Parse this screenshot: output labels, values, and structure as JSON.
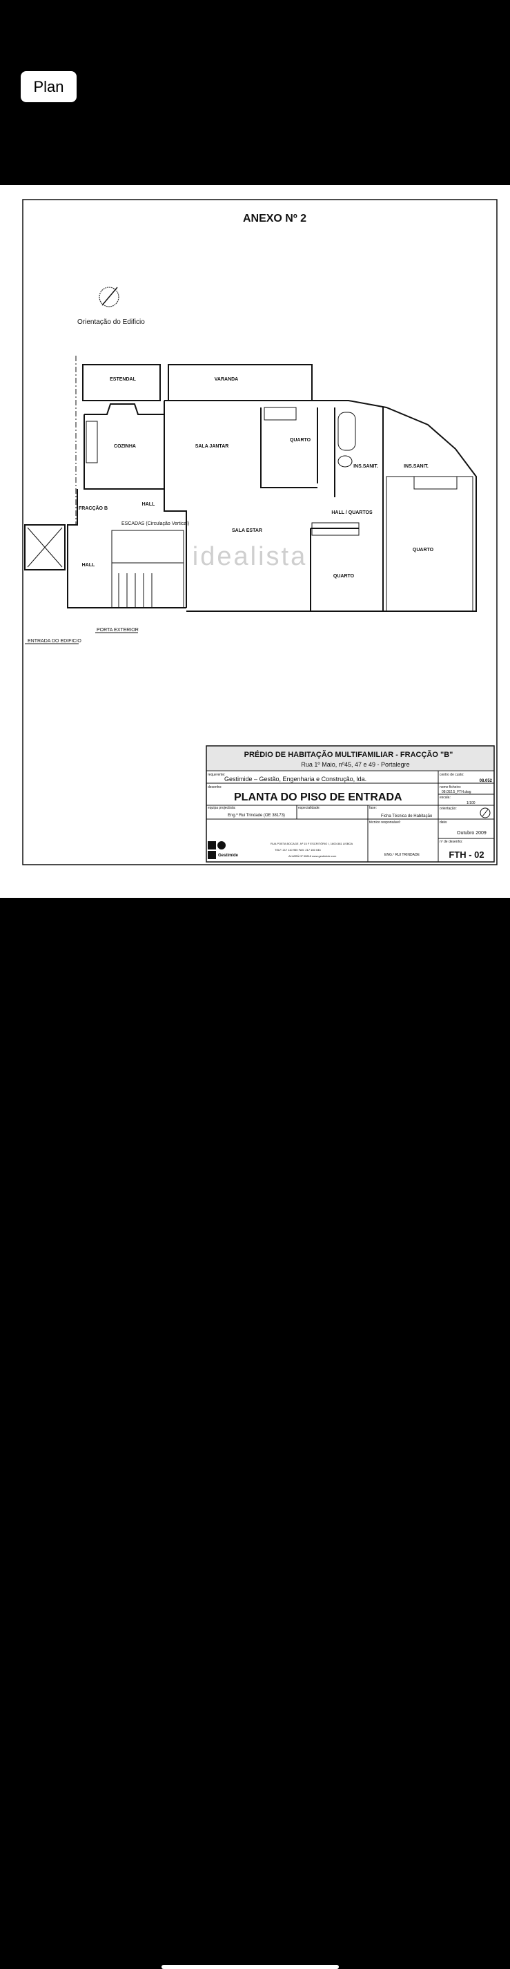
{
  "viewer": {
    "title_button": "Plan"
  },
  "drawing": {
    "annex_title": "ANEXO Nº 2",
    "orientation_label": "Orientação do Edificio",
    "watermark": "idealista",
    "rooms": {
      "estendal": "ESTENDAL",
      "varanda": "VARANDA",
      "cozinha": "COZINHA",
      "sala_jantar": "SALA JANTAR",
      "quarto_1": "QUARTO",
      "ins_sanit_1": "INS.SANIT.",
      "ins_sanit_2": "INS.SANIT.",
      "hall_1": "HALL",
      "fraccao": "FRACÇÃO B",
      "escadas": "ESCADAS (Circulação Vertical)",
      "sala_estar": "SALA ESTAR",
      "hall_quartos": "HALL / QUARTOS",
      "quarto_2": "QUARTO",
      "quarto_3": "QUARTO",
      "hall_2": "HALL",
      "entrada": "ENTRADA DO EDIFICIO",
      "porta_exterior": "PORTA EXTERIOR"
    },
    "title_block": {
      "project": "PRÉDIO DE HABITAÇÃO MULTIFAMILIAR - FRACÇÃO \"B\"",
      "address": "Rua 1º Maio, nº45, 47 e 49 - Portalegre",
      "requerente_label": "requerente:",
      "requerente": "Gestimide – Gestão, Engenharia e Construção, lda.",
      "desenho_label": "desenho:",
      "desenho": "PLANTA DO PISO DE ENTRADA",
      "equipa_label": "equipa projectista:",
      "equipa": "Eng.º Rui Trindade (OE 38173)",
      "especialidade_label": "especialidade:",
      "fase_label": "fase:",
      "fase": "Ficha Técnica de Habitação",
      "tecnico_label": "técnico responsável:",
      "tecnico": "ENG.º RUI TRINDADE",
      "logo_text": "Gestimide",
      "company_address": "RUA POETA BOCAGE, Nº 15 F ESCRITÓRIO I, 1600-581 LISBOA",
      "company_phone": "TELF. 217 110 950   FAX: 217 160 043",
      "company_alvara": "ALVARÁ Nº 50818   www.gestimide.com",
      "centro_custo_label": "centro de custo:",
      "centro_custo": "08.052",
      "ficheiro_label": "nome ficheiro:",
      "ficheiro": "08.052.5_FTH.dwg",
      "escala_label": "escala:",
      "escala": "1/100",
      "orientacao_label": "orientação:",
      "data_label": "data:",
      "data": "Outubro 2009",
      "numero_label": "nº de desenho:",
      "numero": "FTH - 02"
    }
  }
}
